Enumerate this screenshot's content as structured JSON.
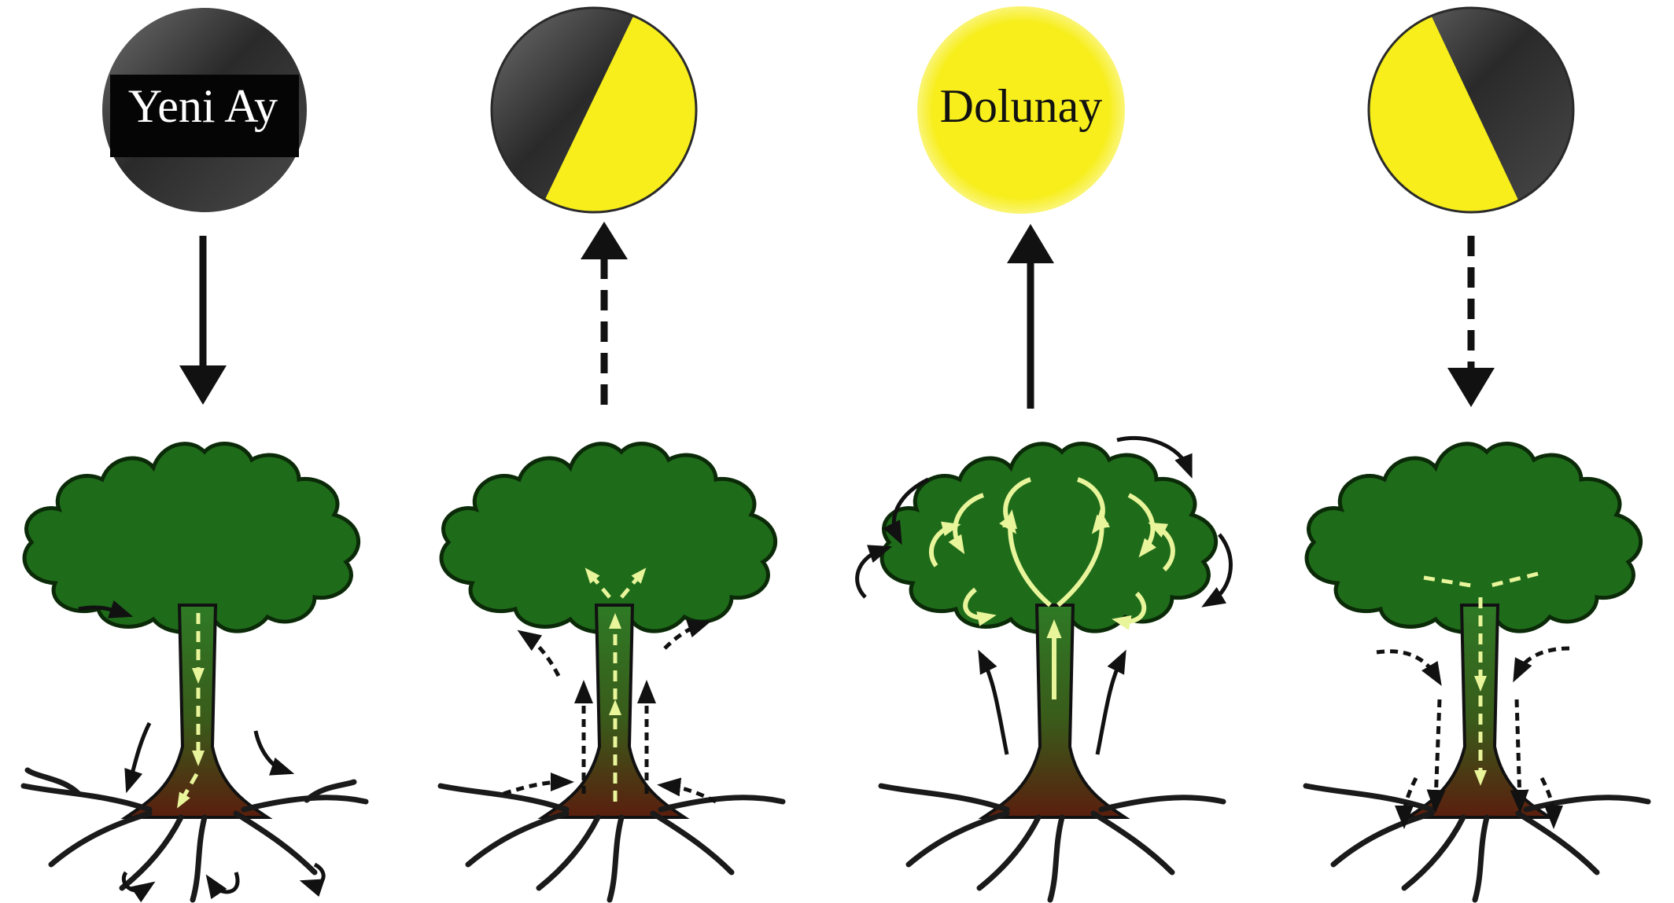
{
  "phases": [
    {
      "id": "new-moon",
      "label": "Yeni Ay",
      "sap_flow": "down",
      "arrow_style": "solid"
    },
    {
      "id": "first-quarter",
      "label": "",
      "sap_flow": "up",
      "arrow_style": "dashed"
    },
    {
      "id": "full-moon",
      "label": "Dolunay",
      "sap_flow": "up",
      "arrow_style": "solid"
    },
    {
      "id": "last-quarter",
      "label": "",
      "sap_flow": "down",
      "arrow_style": "dashed"
    }
  ],
  "colors": {
    "moon_dark": "#2b2b2b",
    "moon_yellow": "#f7ee1c",
    "foliage": "#1e6b1a",
    "trunk_top": "#2e7a25",
    "trunk_bottom": "#5a1e0e",
    "sap": "#e9f59a",
    "arrow": "#111111"
  }
}
